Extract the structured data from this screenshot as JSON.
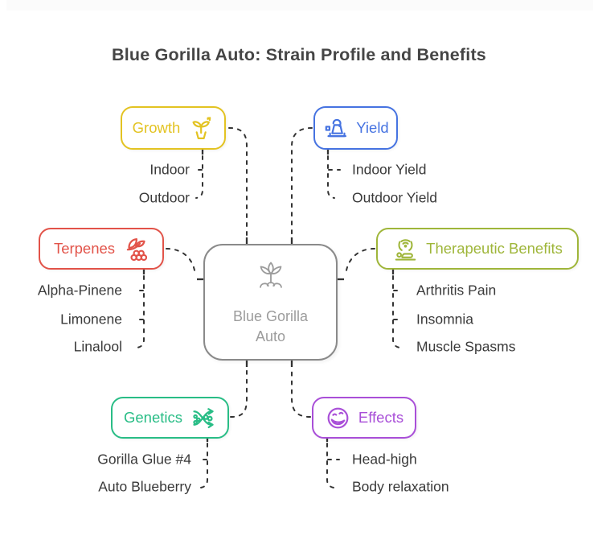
{
  "title": "Blue Gorilla Auto: Strain Profile and Benefits",
  "colors": {
    "background": "#ffffff",
    "edge": "#333333",
    "leaf_text": "#3a3a3a",
    "title_text": "#454545",
    "center_border": "#8a8a8a",
    "center_text": "#9c9c9c"
  },
  "center": {
    "label": "Blue Gorilla Auto",
    "icon": "seedling-icon"
  },
  "branches": [
    {
      "label": "Growth",
      "color": "#e3c322",
      "icon": "plant-growth-icon",
      "children": [
        "Indoor",
        "Outdoor"
      ]
    },
    {
      "label": "Yield",
      "color": "#4673e1",
      "icon": "harvest-weight-icon",
      "children": [
        "Indoor Yield",
        "Outdoor Yield"
      ]
    },
    {
      "label": "Terpenes",
      "color": "#e25349",
      "icon": "berries-leaf-icon",
      "children": [
        "Alpha-Pinene",
        "Limonene",
        "Linalool"
      ]
    },
    {
      "label": "Therapeutic Benefits",
      "color": "#9fb63a",
      "icon": "massage-therapy-icon",
      "children": [
        "Arthritis Pain",
        "Insomnia",
        "Muscle Spasms"
      ]
    },
    {
      "label": "Genetics",
      "color": "#29bd86",
      "icon": "genetics-cross-icon",
      "children": [
        "Gorilla Glue #4",
        "Auto Blueberry"
      ]
    },
    {
      "label": "Effects",
      "color": "#a94fd8",
      "icon": "laughing-face-icon",
      "children": [
        "Head-high",
        "Body relaxation"
      ]
    }
  ]
}
